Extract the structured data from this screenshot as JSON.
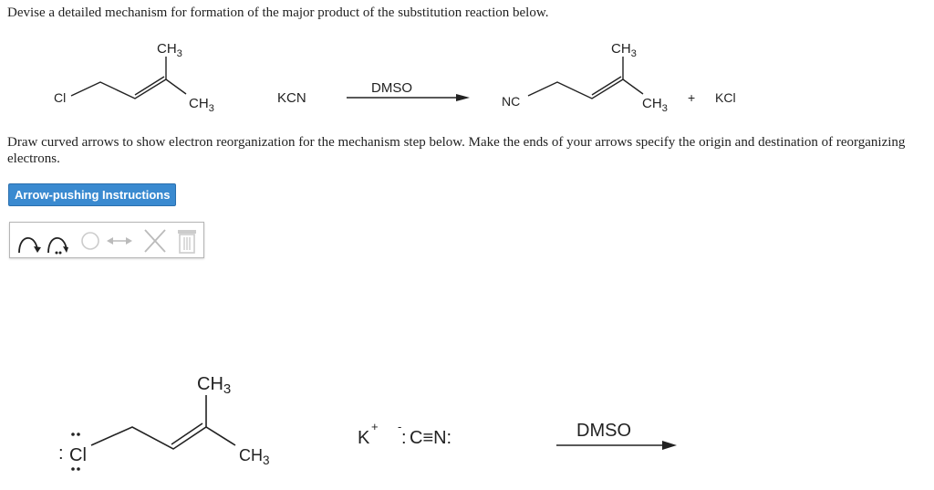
{
  "prompt": "Devise a detailed mechanism for formation of the major product of the substitution reaction below.",
  "reaction": {
    "reactant": {
      "methyl_top": "CH3",
      "methyl_right": "CH3",
      "halogen": "Cl"
    },
    "reagent": "KCN",
    "solvent": "DMSO",
    "product": {
      "methyl_top": "CH3",
      "methyl_right": "CH3",
      "nitrile": "NC"
    },
    "plus": "+",
    "byproduct": "KCl"
  },
  "instructions": "Draw curved arrows to show electron reorganization for the mechanism step below. Make the ends of your arrows specify the origin and destination of reorganizing electrons.",
  "arrow_button": "Arrow-pushing Instructions",
  "toolbar": {
    "tools": [
      "curved-arrow-two-electron",
      "curved-arrow-one-electron",
      "lasso-select",
      "resonance-arrow",
      "delete",
      "trash"
    ]
  },
  "mechanism": {
    "methyl_top": "CH3",
    "methyl_right": "CH3",
    "chloride": "Cl",
    "cation": "K",
    "cation_charge": "+",
    "cyanide": "C≡N:",
    "cyanide_charge": "-",
    "lone_pair_colon": ":",
    "solvent": "DMSO"
  }
}
